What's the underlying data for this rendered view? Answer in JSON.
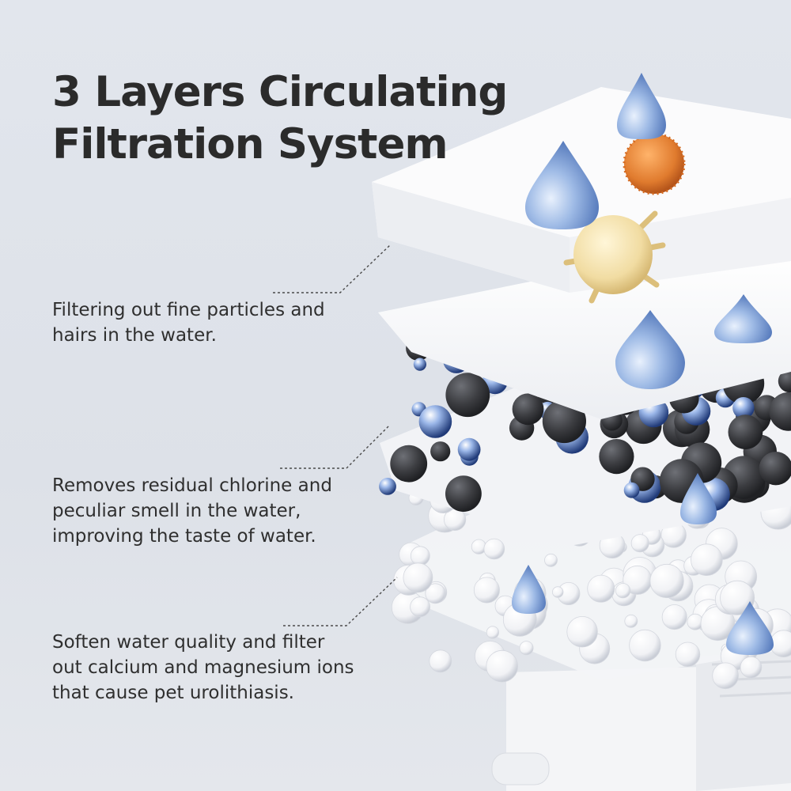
{
  "title": {
    "line1": "3 Layers Circulating",
    "line2": "Filtration System"
  },
  "layers": [
    {
      "lines": [
        "Filtering out fine particles and",
        "hairs in the water."
      ]
    },
    {
      "lines": [
        "Removes residual chlorine and",
        "peculiar smell in the water,",
        "improving the taste of water."
      ]
    },
    {
      "lines": [
        "Soften water quality and filter",
        "out calcium and magnesium ions",
        "that cause pet urolithiasis."
      ]
    }
  ],
  "icons": [
    "water-drop-icon",
    "hair-ball-icon",
    "bacteria-icon",
    "carbon-granule-icon",
    "resin-bead-icon"
  ],
  "colors": {
    "background": "#dfe3ea",
    "text": "#2b2b2b",
    "filter_pad": "#f7f7f8",
    "carbon": "#3e3f42",
    "drop": "#7d9fd6",
    "hair": "#e07b2e",
    "bacteria": "#f1dca2"
  }
}
